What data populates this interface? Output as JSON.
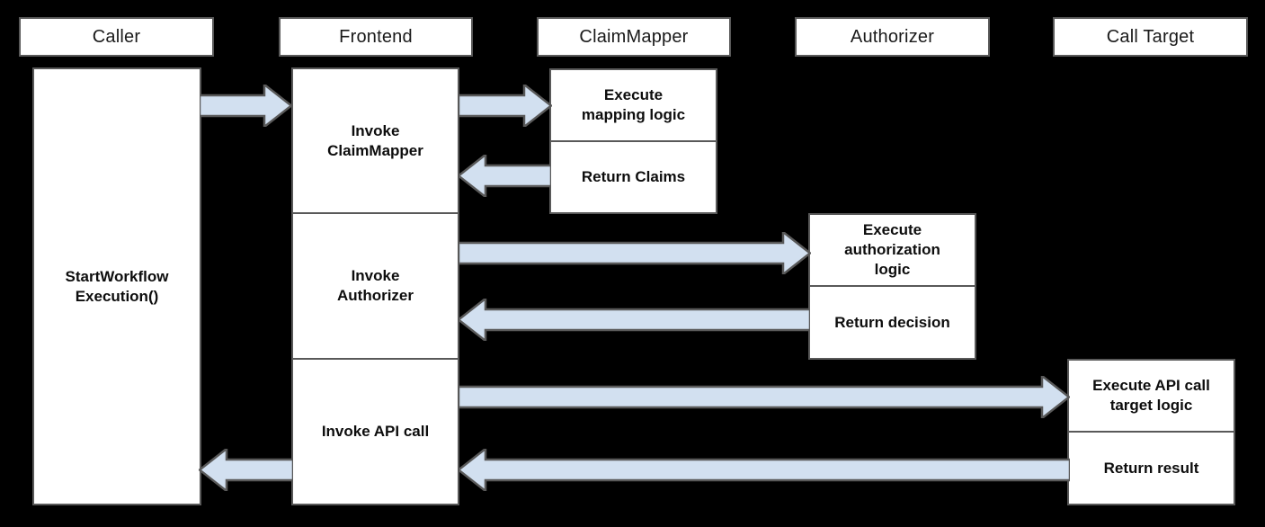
{
  "diagram": {
    "type": "sequence-diagram",
    "background_color": "#000000",
    "box_fill": "#ffffff",
    "box_border": "#595959",
    "arrow_fill": "#d2e0f0",
    "arrow_border": "#595959",
    "lanes": [
      {
        "id": "caller",
        "label": "Caller"
      },
      {
        "id": "frontend",
        "label": "Frontend"
      },
      {
        "id": "claimmapper",
        "label": "ClaimMapper"
      },
      {
        "id": "authorizer",
        "label": "Authorizer"
      },
      {
        "id": "calltarget",
        "label": "Call Target"
      }
    ],
    "activations": {
      "caller": [
        {
          "label": "StartWorkflow\nExecution()"
        }
      ],
      "frontend": [
        {
          "label": "Invoke\nClaimMapper"
        },
        {
          "label": "Invoke\nAuthorizer"
        },
        {
          "label": "Invoke API call"
        }
      ],
      "claimmapper": [
        {
          "label": "Execute\nmapping logic"
        },
        {
          "label": "Return Claims"
        }
      ],
      "authorizer": [
        {
          "label": "Execute\nauthorization\nlogic"
        },
        {
          "label": "Return decision"
        }
      ],
      "calltarget": [
        {
          "label": "Execute API call\ntarget logic"
        },
        {
          "label": "Return result"
        }
      ]
    },
    "messages": [
      {
        "id": "caller-to-frontend",
        "direction": "right",
        "from": "caller",
        "to": "frontend"
      },
      {
        "id": "frontend-to-claimmapper",
        "direction": "right",
        "from": "frontend",
        "to": "claimmapper"
      },
      {
        "id": "claimmapper-to-frontend",
        "direction": "left",
        "from": "claimmapper",
        "to": "frontend"
      },
      {
        "id": "frontend-to-authorizer",
        "direction": "right",
        "from": "frontend",
        "to": "authorizer"
      },
      {
        "id": "authorizer-to-frontend",
        "direction": "left",
        "from": "authorizer",
        "to": "frontend"
      },
      {
        "id": "frontend-to-calltarget",
        "direction": "right",
        "from": "frontend",
        "to": "calltarget"
      },
      {
        "id": "calltarget-to-frontend",
        "direction": "left",
        "from": "calltarget",
        "to": "frontend"
      },
      {
        "id": "frontend-to-caller",
        "direction": "left",
        "from": "frontend",
        "to": "caller"
      }
    ]
  }
}
